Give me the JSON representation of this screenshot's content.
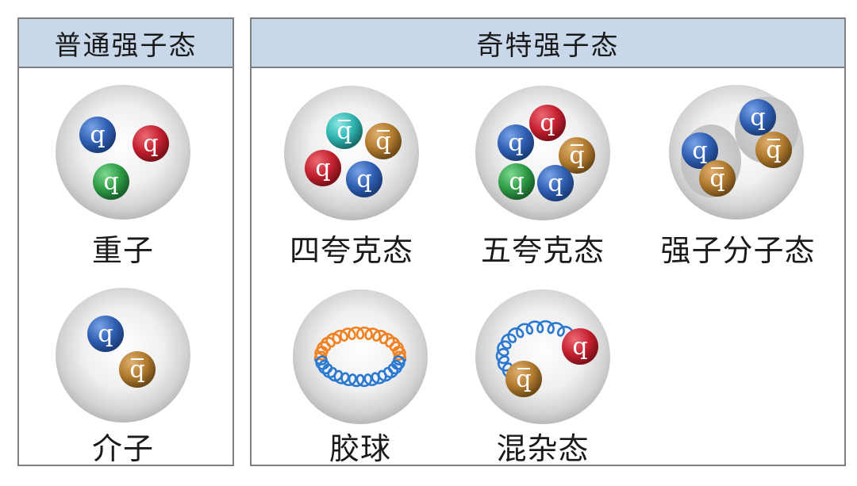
{
  "panels": {
    "ordinary": {
      "title": "普通强子态",
      "items": [
        {
          "label": "重子"
        },
        {
          "label": "介子"
        }
      ]
    },
    "exotic": {
      "title": "奇特强子态",
      "items": [
        {
          "label": "四夸克态"
        },
        {
          "label": "五夸克态"
        },
        {
          "label": "强子分子态"
        },
        {
          "label": "胶球"
        },
        {
          "label": "混杂态"
        }
      ]
    }
  },
  "symbols": {
    "quark": "q",
    "antiquark": "q"
  },
  "colors": {
    "header_bg": "#c8d8ea",
    "blue": "#2f5fb3",
    "red": "#c4202f",
    "green": "#2e9b45",
    "brown": "#b07a2e",
    "teal": "#2fb3b0",
    "gluon_orange": "#f08020",
    "gluon_blue": "#2a78d0"
  }
}
